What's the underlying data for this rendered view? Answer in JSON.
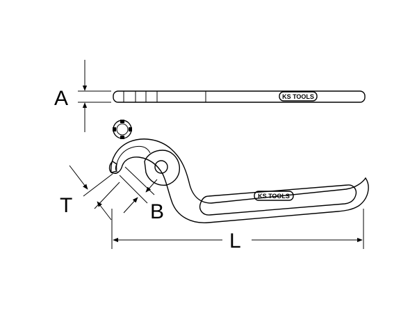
{
  "dimensions": {
    "a_label": "A",
    "t_label": "T",
    "b_label": "B",
    "l_label": "L"
  },
  "logo": {
    "text": "KS TOOLS"
  }
}
